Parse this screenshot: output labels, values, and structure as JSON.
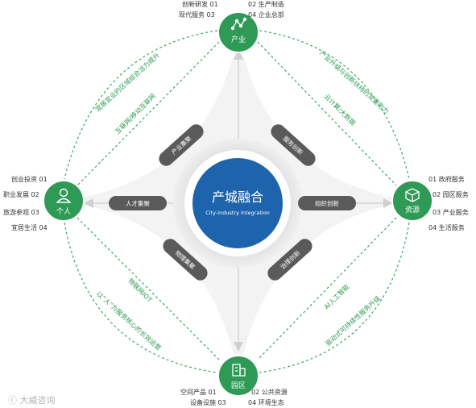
{
  "center": {
    "title": "产城融合",
    "subtitle": "City-Industry Integration"
  },
  "nodes": {
    "top": {
      "label": "产业",
      "icon": "network-icon",
      "items": [
        "创新研发 01",
        "02 生产制造",
        "现代服务 03",
        "04 企业总部"
      ]
    },
    "right": {
      "label": "资源",
      "icon": "cube-icon",
      "items": [
        "01 政府服务",
        "02 园区服务",
        "03 产业服务",
        "04 生活服务"
      ]
    },
    "bottom": {
      "label": "园区",
      "icon": "building-icon",
      "items": [
        "空间产品 01",
        "02 公共资源",
        "设备设施 03",
        "04 环境生态"
      ]
    },
    "left": {
      "label": "个人",
      "icon": "person-icon",
      "items": [
        "创业投资 01",
        "职业发展 02",
        "旅游参观 03",
        "宜居生活 04"
      ]
    }
  },
  "pills": {
    "top_left": "产业集聚",
    "top_right": "服务创新",
    "left": "人才集聚",
    "right": "组织创新",
    "bottom_left": "物理集聚",
    "bottom_right": "治理创新"
  },
  "arc_labels": {
    "top_left_outer": "宜居宜业的区域综合活力提升",
    "top_left_inner": "互联网/移动互联网",
    "top_right_outer": "产业升级与创新扶持的双重助力",
    "top_right_inner": "云计算/大数据",
    "bottom_left_outer": "以“人”为服务核心的长效运营",
    "bottom_left_inner": "物联网IOT",
    "bottom_right_outer": "驱动式可持续性服务升级",
    "bottom_right_inner": "AI人工智能"
  },
  "watermark": "大威咨询",
  "colors": {
    "green": "#2e9a55",
    "blue": "#1e64ad",
    "pill": "#5a5a5a",
    "dash": "#3aa860",
    "text_green": "#2e9a55"
  }
}
